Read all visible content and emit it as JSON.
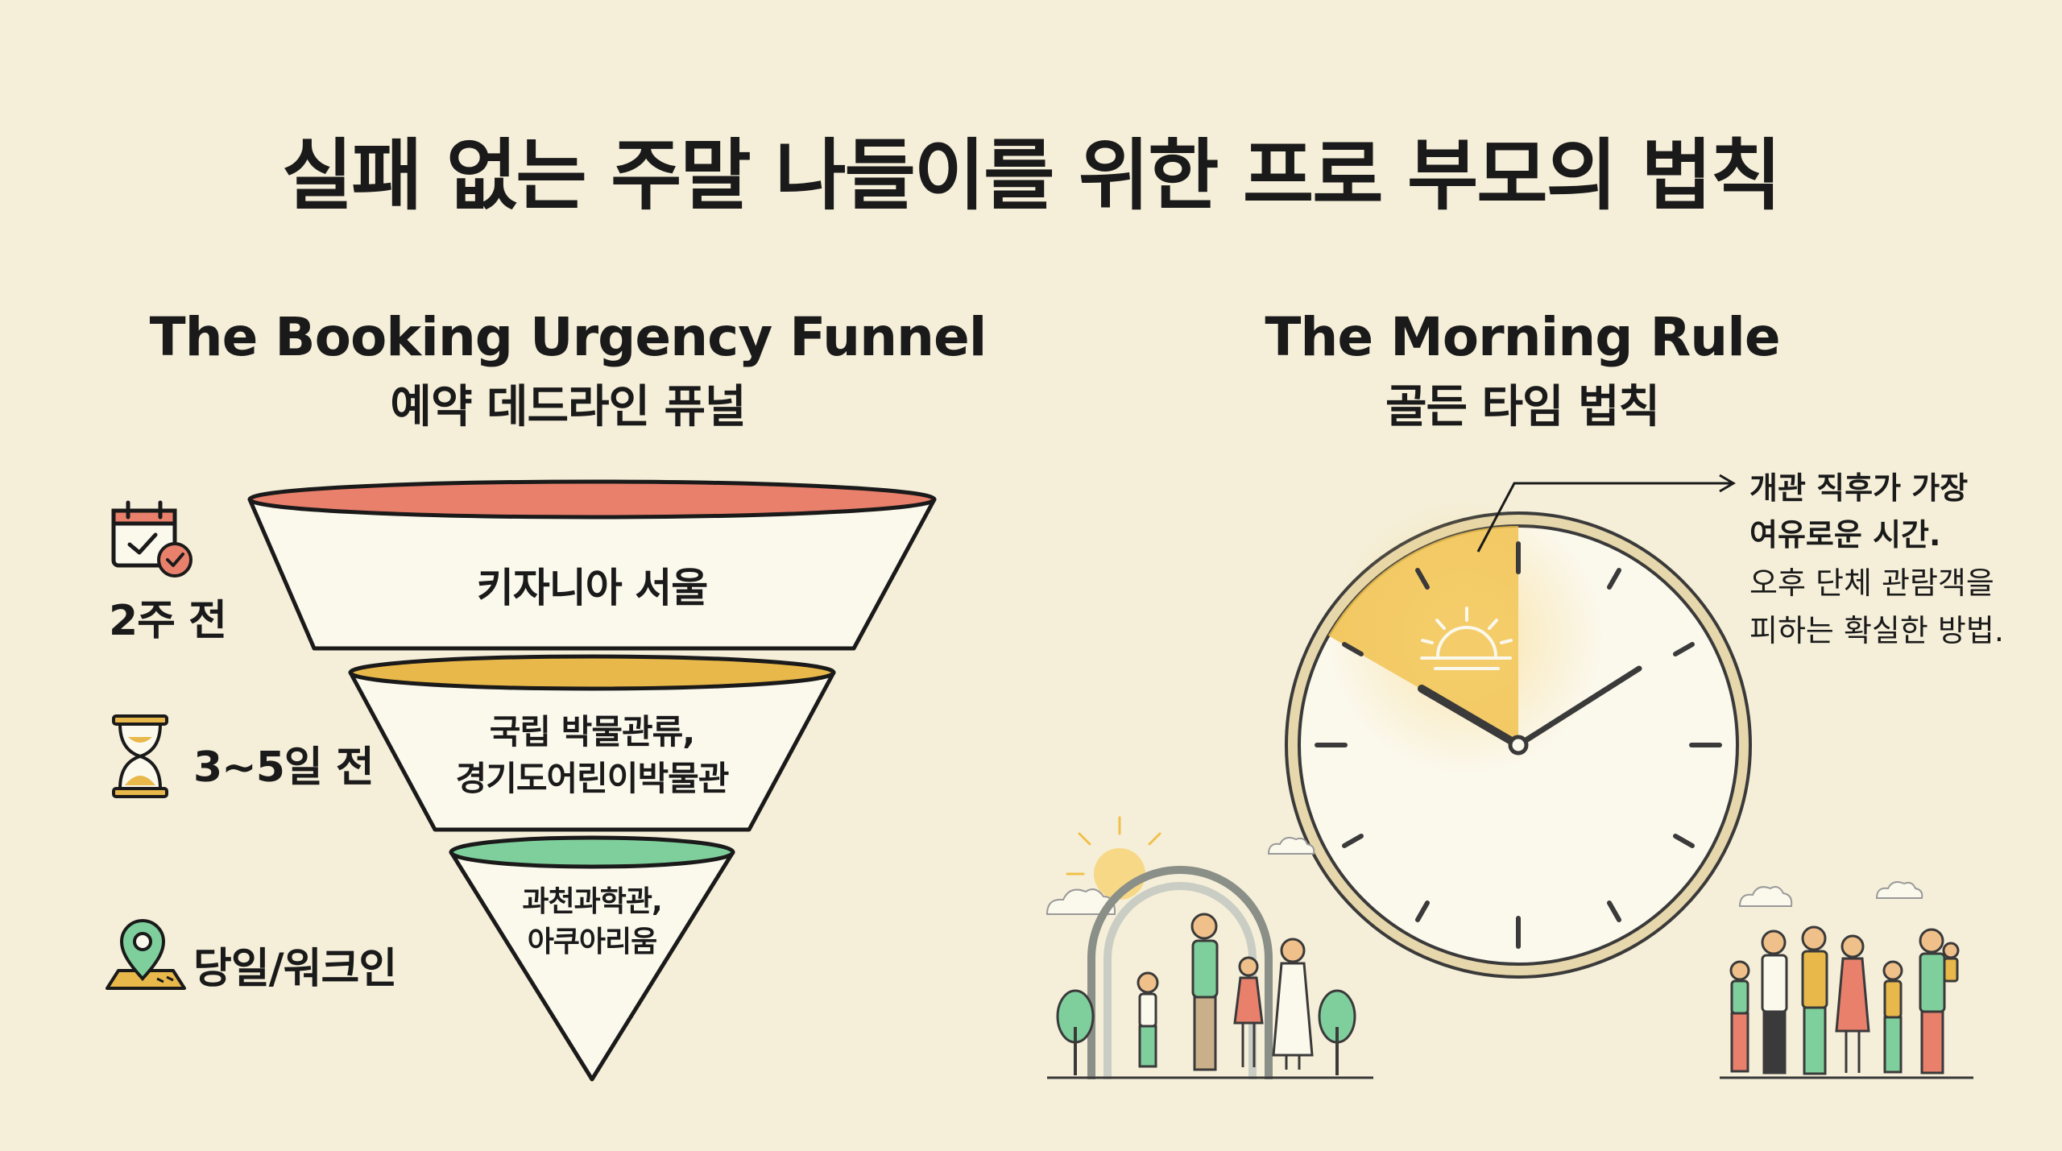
{
  "title": "실패 없는 주말 나들이를 위한 프로 부모의 법칙",
  "funnel": {
    "title_en": "The Booking Urgency Funnel",
    "title_ko": "예약 데드라인 퓨널",
    "tiers": [
      {
        "lines": [
          "키자니아 서울"
        ],
        "rim_color": "#e8806c",
        "timing": "2주 전",
        "icon": "calendar-check-icon"
      },
      {
        "lines": [
          "국립 박물관류,",
          "경기도어린이박물관"
        ],
        "rim_color": "#e8b84a",
        "timing": "3~5일 전",
        "icon": "hourglass-icon"
      },
      {
        "lines": [
          "과천과학관,",
          "아쿠아리움"
        ],
        "rim_color": "#7fcf9c",
        "timing": "당일/워크인",
        "icon": "map-pin-icon"
      }
    ]
  },
  "morning": {
    "title_en": "The Morning Rule",
    "title_ko": "골든 타임 법칙",
    "note": {
      "bold_lines": [
        "개관 직후가 가장",
        "여유로운 시간."
      ],
      "lines": [
        "오후 단체 관람객을",
        "피하는 확실한 방법."
      ]
    },
    "highlight_color": "#f0c04a",
    "clock_icon": "clock-icon",
    "sun_icon": "sunrise-icon"
  }
}
